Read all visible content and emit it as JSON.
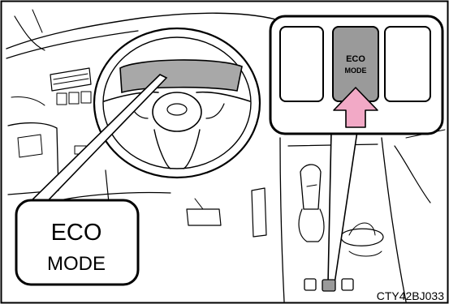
{
  "callout_left": {
    "line1": "ECO",
    "line2": "MODE"
  },
  "callout_button": {
    "line1": "ECO",
    "line2": "MODE"
  },
  "figure_code": "CTY42BJ033",
  "colors": {
    "display_gray": "#a8a8a8",
    "button_gray": "#9a9a9a",
    "arrow_pink": "#f2a9c6",
    "border": "#000000"
  }
}
